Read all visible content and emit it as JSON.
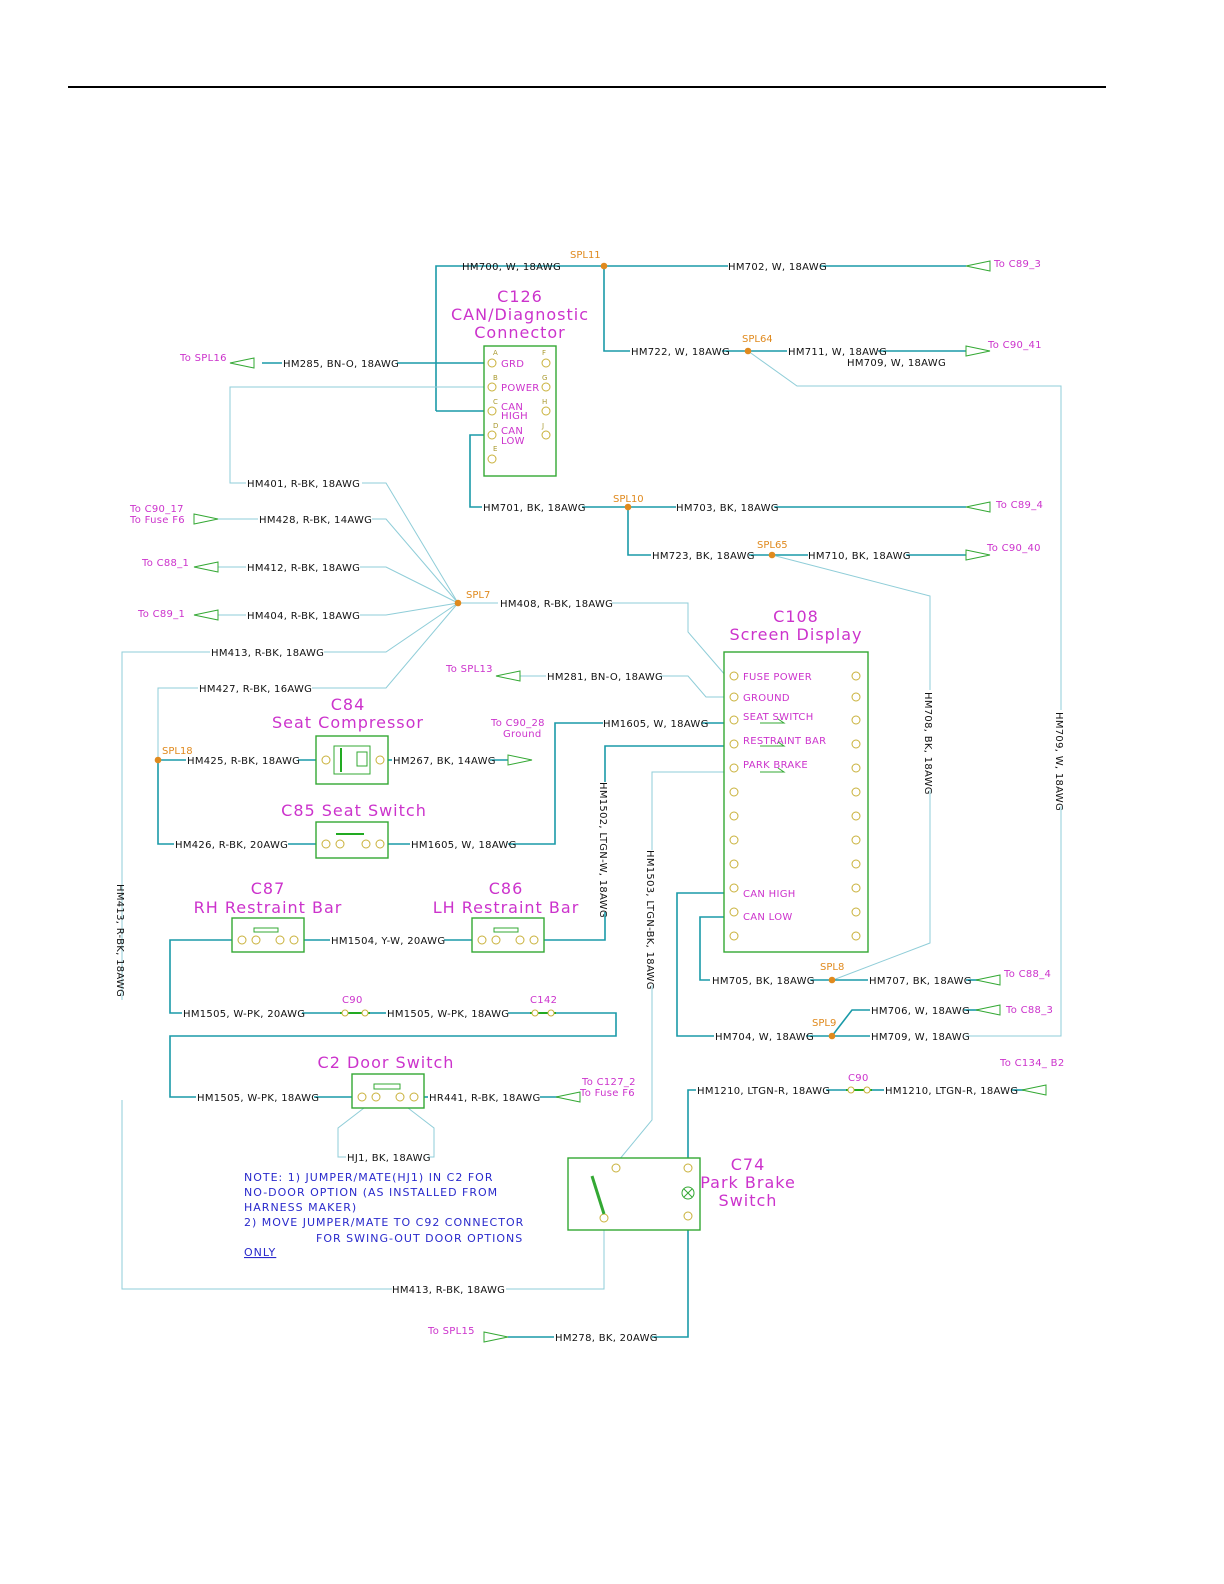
{
  "labels": {
    "spl11": "SPL11",
    "spl64": "SPL64",
    "spl10": "SPL10",
    "spl65": "SPL65",
    "spl7": "SPL7",
    "spl18": "SPL18",
    "spl8": "SPL8",
    "spl9": "SPL9",
    "hm700": "HM700, W, 18AWG",
    "hm702": "HM702, W, 18AWG",
    "to_c89_3": "To C89_3",
    "hm722": "HM722, W, 18AWG",
    "hm711": "HM711, W, 18AWG",
    "hm709a": "HM709, W, 18AWG",
    "to_c90_41": "To C90_41",
    "to_spl16": "To SPL16",
    "hm285": "HM285, BN-O, 18AWG",
    "hm401": "HM401, R-BK, 18AWG",
    "hm701": "HM701, BK, 18AWG",
    "hm703": "HM703, BK, 18AWG",
    "to_c89_4": "To C89_4",
    "to_c90_17": "To C90_17",
    "to_fuse_f6a": "To Fuse F6",
    "hm428": "HM428, R-BK, 14AWG",
    "hm723": "HM723, BK, 18AWG",
    "hm710": "HM710, BK, 18AWG",
    "to_c90_40": "To C90_40",
    "to_c88_1": "To C88_1",
    "hm412": "HM412, R-BK, 18AWG",
    "hm408": "HM408, R-BK, 18AWG",
    "to_c89_1": "To C89_1",
    "hm404": "HM404, R-BK, 18AWG",
    "hm413a": "HM413, R-BK, 18AWG",
    "to_spl13": "To SPL13",
    "hm281": "HM281, BN-O, 18AWG",
    "hm427": "HM427, R-BK, 16AWG",
    "to_c90_28": "To C90_28",
    "ground_lbl": "Ground",
    "hm1605a": "HM1605, W, 18AWG",
    "hm425": "HM425, R-BK, 18AWG",
    "hm267": "HM267, BK, 14AWG",
    "hm426": "HM426, R-BK, 20AWG",
    "hm1605b": "HM1605, W, 18AWG",
    "hm1502": "HM1502, LTGN-W, 18AWG",
    "hm1503": "HM1503, LTGN-BK, 18AWG",
    "hm708": "HM708, BK, 18AWG",
    "hm709v": "HM709, W, 18AWG",
    "hm413v": "HM413, R-BK, 18AWG",
    "hm1504": "HM1504, Y-W, 20AWG",
    "hm705": "HM705, BK, 18AWG",
    "hm707": "HM707, BK, 18AWG",
    "to_c88_4": "To C88_4",
    "hm1505a": "HM1505, W-PK, 20AWG",
    "hm1505b": "HM1505, W-PK, 18AWG",
    "hm706": "HM706, W, 18AWG",
    "to_c88_3": "To C88_3",
    "hm704": "HM704, W, 18AWG",
    "hm709b": "HM709, W, 18AWG",
    "to_c134_b2": "To C134_ B2",
    "hm1505c": "HM1505, W-PK, 18AWG",
    "hr441": "HR441, R-BK, 18AWG",
    "to_c127_2": "To C127_2",
    "to_fuse_f6b": "To Fuse F6",
    "hm1210a": "HM1210, LTGN-R, 18AWG",
    "hm1210b": "HM1210, LTGN-R, 18AWG",
    "hj1": "HJ1, BK, 18AWG",
    "hm413b": "HM413, R-BK, 18AWG",
    "to_spl15": "To SPL15",
    "hm278": "HM278, BK, 20AWG"
  },
  "connectors": {
    "c126_a": "C126",
    "c126_b": "CAN/Diagnostic",
    "c126_c": "Connector",
    "c108_a": "C108",
    "c108_b": "Screen Display",
    "c84_a": "C84",
    "c84_b": "Seat Compressor",
    "c85": "C85 Seat Switch",
    "c87_a": "C87",
    "c87_b": "RH Restraint Bar",
    "c86_a": "C86",
    "c86_b": "LH Restraint Bar",
    "c2": "C2 Door Switch",
    "c74_a": "C74",
    "c74_b": "Park Brake",
    "c74_c": "Switch",
    "c90a": "C90",
    "c142": "C142",
    "c90b": "C90"
  },
  "pins": {
    "c126": [
      "GRD",
      "POWER",
      "CAN",
      "HIGH",
      "CAN",
      "LOW"
    ],
    "c108": [
      "FUSE POWER",
      "GROUND",
      "SEAT SWITCH",
      "RESTRAINT BAR",
      "PARK BRAKE",
      "CAN HIGH",
      "CAN LOW"
    ]
  },
  "note": [
    "NOTE: 1) JUMPER/MATE(HJ1) IN C2 FOR",
    "NO-DOOR OPTION (AS INSTALLED FROM",
    "HARNESS MAKER)",
    "2) MOVE JUMPER/MATE TO C92 CONNECTOR",
    "FOR SWING-OUT DOOR OPTIONS",
    "ONLY"
  ]
}
